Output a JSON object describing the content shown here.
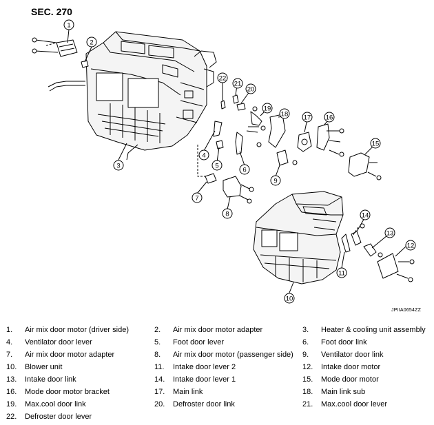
{
  "section_title": "SEC. 270",
  "figure_code": "JPIIA0654ZZ",
  "callouts": [
    "1",
    "2",
    "3",
    "4",
    "5",
    "6",
    "7",
    "8",
    "9",
    "10",
    "11",
    "12",
    "13",
    "14",
    "15",
    "16",
    "17",
    "18",
    "19",
    "20",
    "21",
    "22"
  ],
  "legend": [
    {
      "num": "1.",
      "label": "Air mix door motor (driver side)"
    },
    {
      "num": "2.",
      "label": "Air mix door motor adapter"
    },
    {
      "num": "3.",
      "label": "Heater & cooling unit assembly"
    },
    {
      "num": "4.",
      "label": "Ventilator door lever"
    },
    {
      "num": "5.",
      "label": "Foot door lever"
    },
    {
      "num": "6.",
      "label": "Foot door link"
    },
    {
      "num": "7.",
      "label": "Air mix door motor adapter"
    },
    {
      "num": "8.",
      "label": "Air mix door motor (passenger side)"
    },
    {
      "num": "9.",
      "label": "Ventilator door link"
    },
    {
      "num": "10.",
      "label": "Blower unit"
    },
    {
      "num": "11.",
      "label": "Intake door lever 2"
    },
    {
      "num": "12.",
      "label": "Intake door motor"
    },
    {
      "num": "13.",
      "label": "Intake door link"
    },
    {
      "num": "14.",
      "label": "Intake door lever 1"
    },
    {
      "num": "15.",
      "label": "Mode door motor"
    },
    {
      "num": "16.",
      "label": "Mode door motor bracket"
    },
    {
      "num": "17.",
      "label": "Main link"
    },
    {
      "num": "18.",
      "label": "Main link sub"
    },
    {
      "num": "19.",
      "label": "Max.cool door link"
    },
    {
      "num": "20.",
      "label": "Defroster door link"
    },
    {
      "num": "21.",
      "label": "Max.cool door lever"
    },
    {
      "num": "22.",
      "label": "Defroster door lever"
    }
  ]
}
